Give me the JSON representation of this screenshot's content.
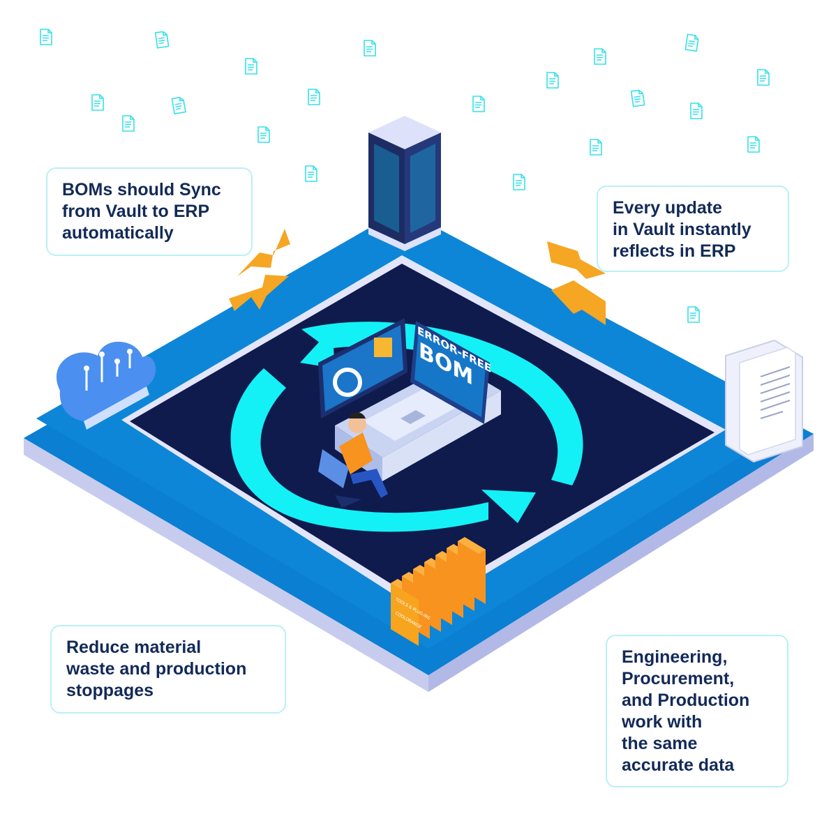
{
  "callouts": {
    "top_left": [
      "BOMs should Sync",
      "from Vault to ERP",
      "automatically"
    ],
    "top_right": [
      "Every update",
      "in Vault instantly",
      "reflects in ERP"
    ],
    "bottom_left": [
      "Reduce material",
      "waste and production",
      "stoppages"
    ],
    "bottom_right": [
      "Engineering,",
      "Procurement,",
      "and Production",
      "work with",
      "the same",
      "accurate data"
    ]
  },
  "screen": {
    "headline_top": "ERROR-FREE",
    "headline_bottom": "BOM"
  },
  "folder": {
    "tag": "TOOLS & PLUG-INS",
    "brand": "COOLORANGE"
  },
  "colors": {
    "platform_blue": "#0b7fd1",
    "platform_side": "#d9ddf5",
    "inner_navy": "#0f1b4d",
    "cycle_cyan": "#14f1f6",
    "arrow_orange": "#f5a623",
    "text_navy": "#132a57",
    "callout_border": "#b9f1f4",
    "doc_icon": "#35e0ea"
  },
  "icons": [
    "document-icon",
    "server-icon",
    "cloud-network-icon",
    "paper-stack-icon",
    "folder-stack-icon",
    "laptop-icon",
    "monitor-icon",
    "gear-icon",
    "swap-arrows-icon",
    "cycle-arrows-icon",
    "person-at-desk-icon"
  ]
}
